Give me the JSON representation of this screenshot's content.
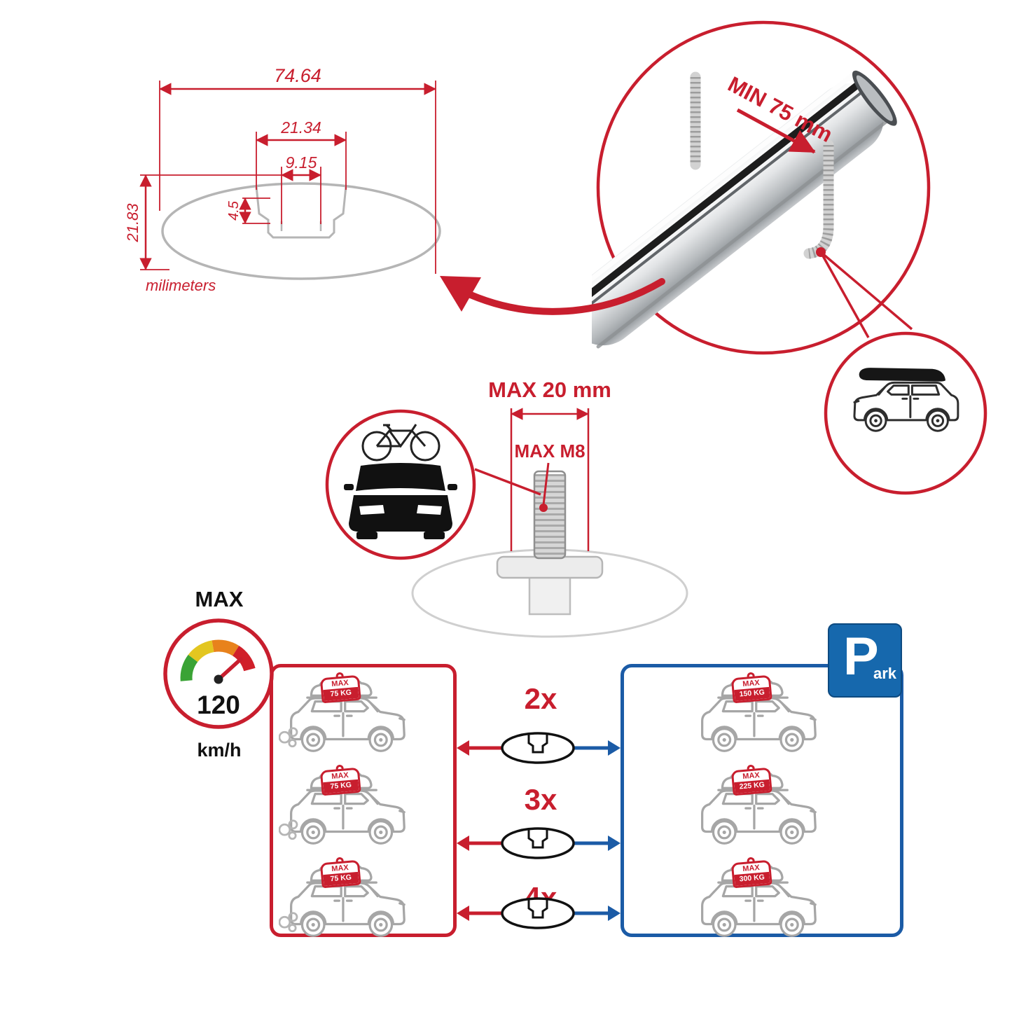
{
  "colors": {
    "accent_red": "#c81e2e",
    "accent_blue": "#1b5ba6",
    "diagram_gray": "#b5b5b5",
    "car_gray": "#a6a6a6"
  },
  "dimension_diagram": {
    "overall_width": "74.64",
    "slot_outer_width": "21.34",
    "slot_inner_width": "9.15",
    "lip_height": "4.5",
    "overall_height": "21.83",
    "unit_label": "milimeters"
  },
  "clamp_detail": {
    "min_label": "MIN 75 mm"
  },
  "bolt_detail": {
    "max_length_label": "MAX 20 mm",
    "max_thread_label": "MAX M8"
  },
  "speed_limit": {
    "label": "MAX",
    "value": "120",
    "unit": "km/h"
  },
  "park_sign": {
    "letter": "P",
    "suffix": "ark"
  },
  "load_rows": [
    {
      "bars": "2x",
      "left": {
        "label": "MAX",
        "value": "75 KG"
      },
      "right": {
        "label": "MAX",
        "value": "150 KG"
      }
    },
    {
      "bars": "3x",
      "left": {
        "label": "MAX",
        "value": "75 KG"
      },
      "right": {
        "label": "MAX",
        "value": "225 KG"
      }
    },
    {
      "bars": "4x",
      "left": {
        "label": "MAX",
        "value": "75 KG"
      },
      "right": {
        "label": "MAX",
        "value": "300 KG"
      }
    }
  ]
}
